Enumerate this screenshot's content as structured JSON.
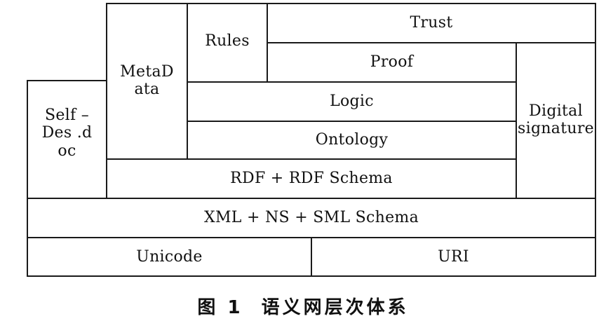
{
  "diagram": {
    "layers": {
      "trust": "Trust",
      "rules": "Rules",
      "proof": "Proof",
      "metadata": [
        "MetaD",
        "ata"
      ],
      "logic": "Logic",
      "digital_signature": [
        "Digital",
        "signature"
      ],
      "ontology": "Ontology",
      "self_desc_doc": [
        "Self –",
        "Des .d",
        "oc"
      ],
      "rdf_schema": "RDF + RDF Schema",
      "xml_schema": "XML + NS + SML Schema",
      "unicode": "Unicode",
      "uri": "URI"
    },
    "caption": {
      "number": "图 1",
      "title": "语义网层次体系"
    }
  }
}
